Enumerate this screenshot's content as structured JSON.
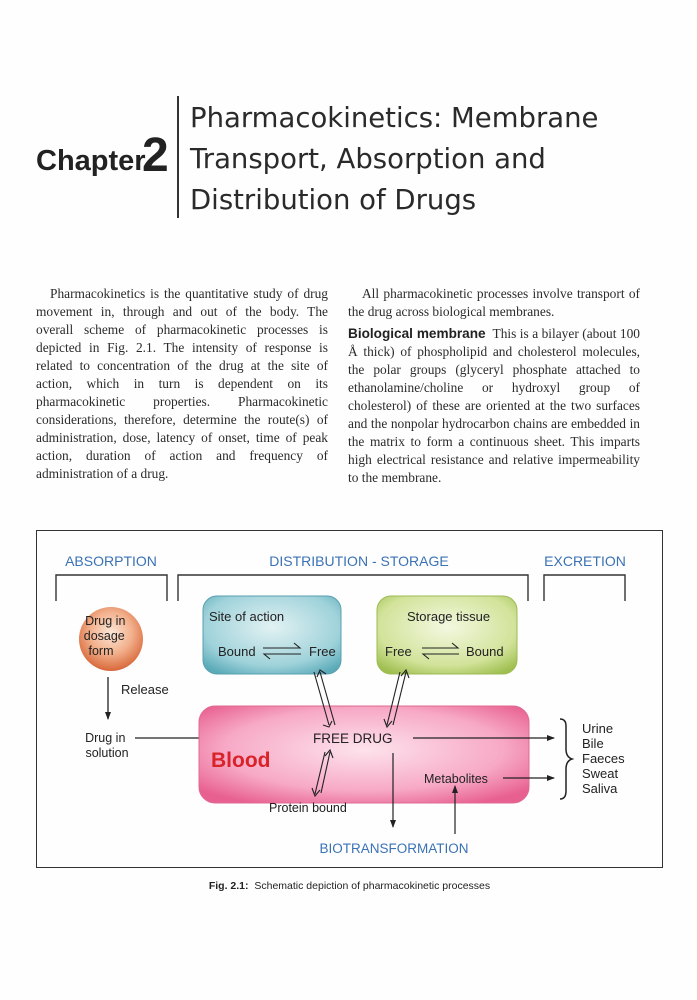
{
  "chapter": {
    "label": "Chapter",
    "number": "2",
    "title_lines": [
      "Pharmacokinetics: Membrane",
      "Transport, Absorption and",
      "Distribution of Drugs"
    ]
  },
  "left_column": {
    "paragraph": "Pharmacokinetics is the quantitative study of drug movement in, through and out of the body. The overall scheme of pharmacokinetic processes is depicted in Fig. 2.1. The intensity of response is related to concentration of the drug at the site of action, which in turn is dependent on its pharmacokinetic properties. Pharmacokinetic considerations, therefore, determine the route(s) of administration, dose, latency of onset, time of peak action, duration of action and frequency of administration of a drug."
  },
  "right_column": {
    "paragraph1": "All pharmacokinetic processes involve transport of the drug across biological membranes.",
    "subhead": "Biological membrane",
    "paragraph2": "This is a bilayer (about 100 Å thick) of phospholipid and cholesterol molecules, the polar groups (glyceryl phosphate attached to ethanolamine/choline or hydroxyl group of cholesterol) of these are oriented at the two surfaces and the nonpolar hydrocarbon chains are embedded in the matrix to form a continuous sheet. This imparts high electrical resistance and relative impermeability to the membrane."
  },
  "figure": {
    "absorption_label": "ABSORPTION",
    "distribution_label": "DISTRIBUTION - STORAGE",
    "excretion_label": "EXCRETION",
    "drug_dosage_lines": [
      "Drug in",
      "dosage",
      "form"
    ],
    "release_label": "Release",
    "drug_solution_lines": [
      "Drug in",
      "solution"
    ],
    "site_of_action_title": "Site of action",
    "site_bound": "Bound",
    "site_free": "Free",
    "storage_title": "Storage tissue",
    "storage_free": "Free",
    "storage_bound": "Bound",
    "blood_label": "Blood",
    "free_drug_label": "FREE DRUG",
    "protein_bound_label": "Protein bound",
    "metabolites_label": "Metabolites",
    "biotransformation_label": "BIOTRANSFORMATION",
    "excretion_routes": [
      "Urine",
      "Bile",
      "Faeces",
      "Sweat",
      "Saliva"
    ],
    "colors": {
      "heading_blue": "#3a72b5",
      "site_box": "#7fc3cf",
      "storage_box": "#c6dc7e",
      "blood_box": "#f48bb1",
      "blood_text": "#d8232a",
      "drug_circle": "#e6865c"
    }
  },
  "caption": {
    "label": "Fig. 2.1:",
    "text": "Schematic depiction of pharmacokinetic processes"
  }
}
